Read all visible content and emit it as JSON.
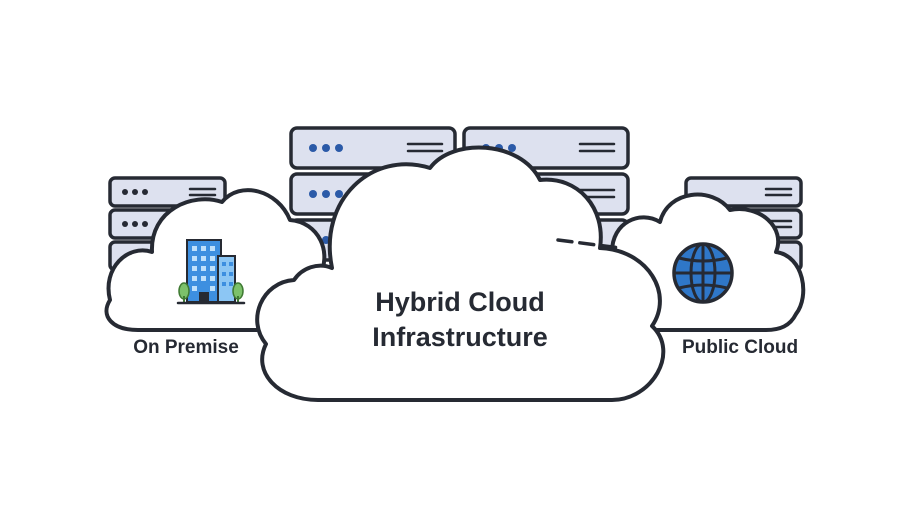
{
  "diagram": {
    "title_line_1": "Hybrid Cloud",
    "title_line_2": "Infrastructure",
    "left_label": "On Premise",
    "right_label": "Public Cloud",
    "left_icon": "office-building-icon",
    "right_icon": "globe-icon"
  },
  "colors": {
    "outline": "#262a33",
    "server_fill": "#dde1ef",
    "server_dot": "#2b5aa8",
    "cloud_fill": "#ffffff",
    "building_blue": "#3d8fe0",
    "building_light": "#8cc6f4",
    "tree_green": "#7cc16a",
    "globe_blue": "#2f77c8"
  }
}
